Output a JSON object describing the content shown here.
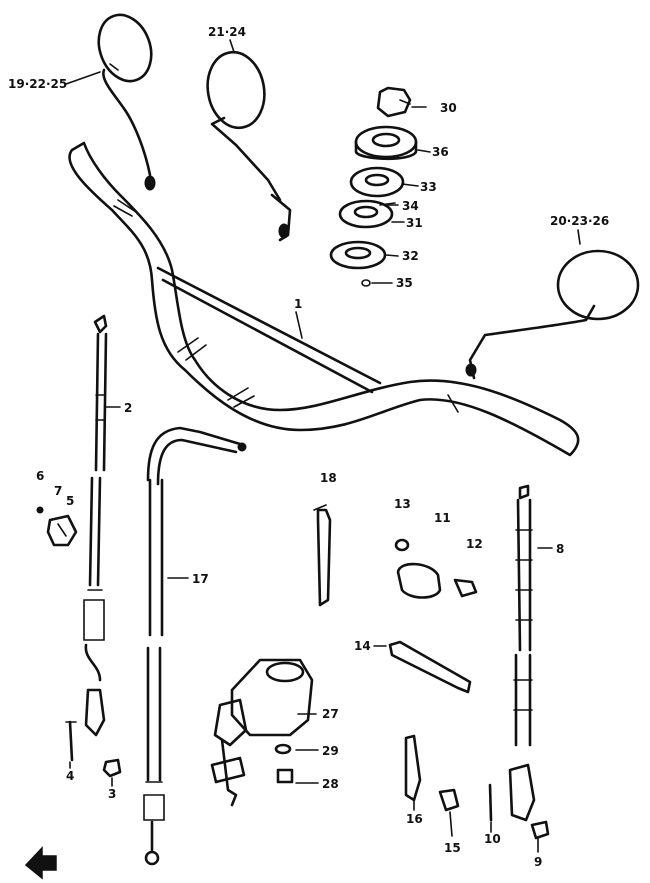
{
  "labels": {
    "l1": "1",
    "l2": "2",
    "l3": "3",
    "l4": "4",
    "l5": "5",
    "l6": "6",
    "l7": "7",
    "l8": "8",
    "l9": "9",
    "l10": "10",
    "l11": "11",
    "l12": "12",
    "l13": "13",
    "l14": "14",
    "l15": "15",
    "l16": "16",
    "l17": "17",
    "l18": "18",
    "l19_22_25": "19·22·25",
    "l20_23_26": "20·23·26",
    "l21_24": "21·24",
    "l27": "27",
    "l28": "28",
    "l29": "29",
    "l30": "30",
    "l31": "31",
    "l32": "32",
    "l33": "33",
    "l34": "34",
    "l35": "35",
    "l36": "36"
  },
  "icons": {
    "front_arrow": "front-arrow-icon"
  }
}
